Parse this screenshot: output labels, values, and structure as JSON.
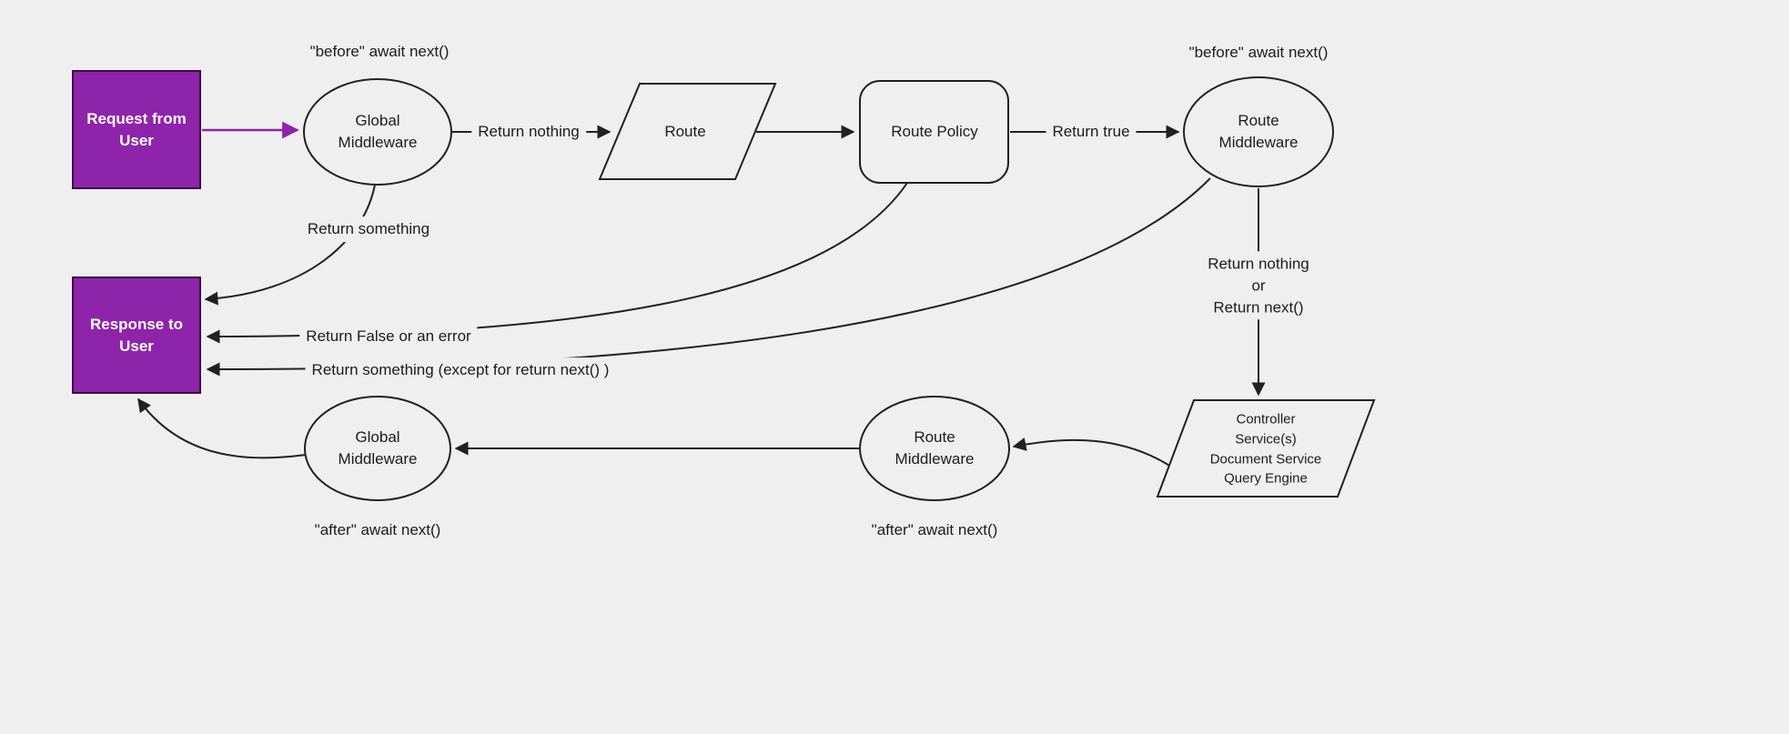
{
  "colors": {
    "bg": "#f0efef",
    "accent": "#8e24aa",
    "accent-border": "#3a0e45",
    "stroke": "#212121",
    "ink": "#1c1c1c"
  },
  "diagram": {
    "nodes": {
      "request_from_user": "Request from\nUser",
      "global_middleware_top": "Global\nMiddleware",
      "route": "Route",
      "route_policy": "Route Policy",
      "route_middleware_top": "Route\nMiddleware",
      "response_to_user": "Response to\nUser",
      "controller_stack": "Controller\nService(s)\nDocument Service\nQuery Engine",
      "route_middleware_bottom": "Route\nMiddleware",
      "global_middleware_bottom": "Global\nMiddleware"
    },
    "labels": {
      "before_await_next_left": "\"before\" await next()",
      "before_await_next_right": "\"before\" await next()",
      "return_nothing": "Return nothing",
      "return_true": "Return true",
      "return_something": "Return something",
      "return_nothing_or_next": "Return nothing\nor\nReturn next()",
      "return_false_or_error": "Return False or an error",
      "return_something_except": "Return something (except for return next() )",
      "after_await_next_left": "\"after\" await next()",
      "after_await_next_right": "\"after\" await next()"
    }
  }
}
